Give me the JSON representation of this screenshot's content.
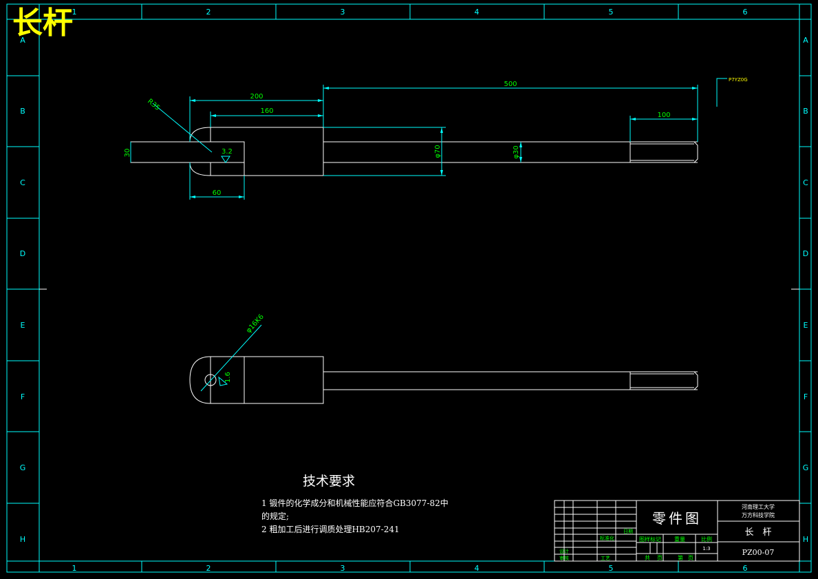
{
  "title": "长杆",
  "colors": {
    "frame": "#00ffff",
    "geometry": "#ffffff",
    "dimension": "#00ffff",
    "dim_text": "#00ff00",
    "title_yellow": "#ffff00",
    "titleblock_green": "#00ff00"
  },
  "grid": {
    "columns": [
      "1",
      "2",
      "3",
      "4",
      "5",
      "6"
    ],
    "rows": [
      "A",
      "B",
      "C",
      "D",
      "E",
      "F",
      "G",
      "H"
    ]
  },
  "dimensions": {
    "d200": "200",
    "d160": "160",
    "d500": "500",
    "d100": "100",
    "d30": "30",
    "d60": "60",
    "phi70": "φ70",
    "phi30": "φ30",
    "r35": "R35",
    "rough_top": "3.2",
    "phi16": "φ16K6",
    "rough_bottom": "1.6",
    "thread_note": "P7YZ0G"
  },
  "tech_requirements": {
    "heading": "技术要求",
    "lines": [
      "1 锻件的化学成分和机械性能应符合GB3077-82中",
      "的规定;",
      "2 粗加工后进行调质处理HB207-241"
    ]
  },
  "title_block": {
    "drawing_type": "零件图",
    "school_line1": "河南理工大学",
    "school_line2": "万方科技学院",
    "part_name": "长　杆",
    "drawing_number": "PZ00-07",
    "scale": "1:3",
    "stage_label": "图样标记",
    "weight_label": "重量",
    "ratio_label": "比例",
    "sheet_total": "共",
    "sheet_unit": "页",
    "sheet_no": "第",
    "sheet_unit2": "页",
    "design": "设计",
    "check": "审核",
    "approve": "工艺",
    "date": "日期",
    "std": "标准化"
  }
}
